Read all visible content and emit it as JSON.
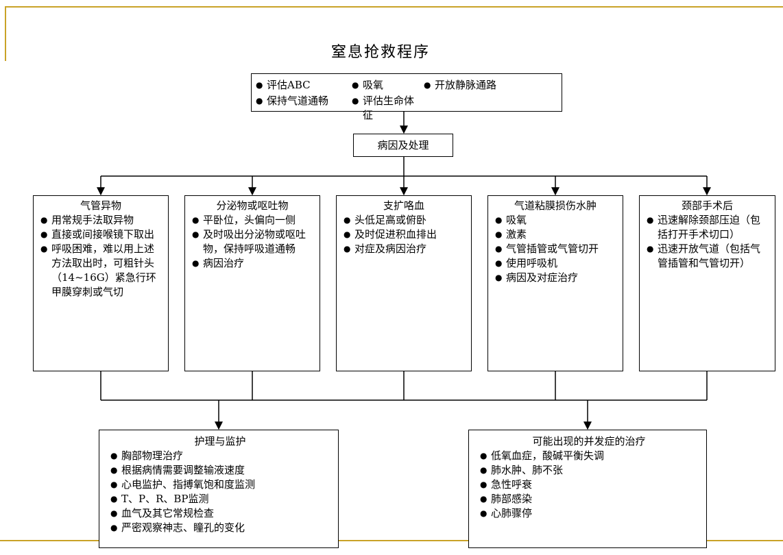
{
  "title": "窒息抢救程序",
  "first_aid": {
    "items": [
      "评估ABC",
      "吸氧",
      "开放静脉通路",
      "保持气道通畅",
      "评估生命体征"
    ]
  },
  "cause_heading": "病因及处理",
  "causes": [
    {
      "title": "气管异物",
      "items": [
        "用常规手法取异物",
        "直接或间接喉镜下取出",
        "呼吸困难，难以用上述方法取出时，可粗针头（14~16G）紧急行环甲膜穿刺或气切"
      ]
    },
    {
      "title": "分泌物或呕吐物",
      "items": [
        "平卧位，头偏向一侧",
        "及时吸出分泌物或呕吐物，保持呼吸道通畅",
        "病因治疗"
      ]
    },
    {
      "title": "支扩咯血",
      "items": [
        "头低足高或俯卧",
        "及时促进积血排出",
        "对症及病因治疗"
      ]
    },
    {
      "title": "气道粘膜损伤水肿",
      "items": [
        "吸氧",
        "激素",
        "气管插管或气管切开",
        "使用呼吸机",
        "病因及对症治疗"
      ]
    },
    {
      "title": "颈部手术后",
      "items": [
        "迅速解除颈部压迫（包括打开手术切口）",
        "迅速开放气道（包括气管插管和气管切开）"
      ]
    }
  ],
  "care": {
    "title": "护理与监护",
    "items": [
      "胸部物理治疗",
      "根据病情需要调整输液速度",
      "心电监护、指搏氧饱和度监测",
      "T、P、R、BP监测",
      "血气及其它常规检查",
      "严密观察神志、瞳孔的变化"
    ]
  },
  "complications": {
    "title": "可能出现的并发症的治疗",
    "items": [
      "低氧血症，酸碱平衡失调",
      "肺水肿、肺不张",
      "急性呼衰",
      "肺部感染",
      "心肺骤停"
    ]
  },
  "colors": {
    "rule": "#c9a227"
  }
}
